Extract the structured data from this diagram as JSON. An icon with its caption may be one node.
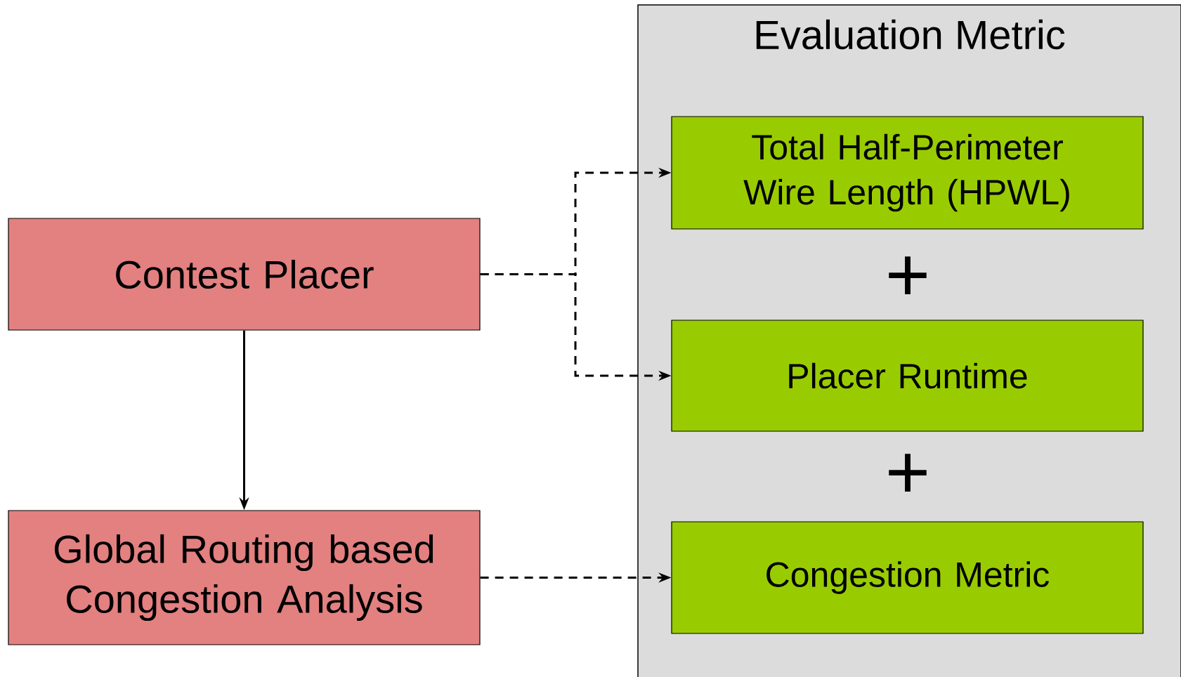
{
  "diagram": {
    "nodes": [
      {
        "text": [
          "Evaluation Metric"
        ]
      },
      {
        "text": [
          "Total Half-Perimeter Wire Length (HPWL)"
        ],
        "in": 0
      },
      {
        "text": [
          "Placer Runtime"
        ],
        "in": 0
      },
      {
        "text": [
          "Congestion Metric"
        ],
        "in": 0
      },
      {
        "text": [
          "Contest Placer"
        ]
      },
      {
        "text": [
          "Global Routing based Congestion Analysis"
        ]
      }
    ],
    "edges": [
      {
        "from": 4,
        "to": 1,
        "arrow": "to",
        "style": "dashed"
      },
      {
        "from": 4,
        "to": 2,
        "arrow": "to",
        "style": "dashed"
      },
      {
        "from": 4,
        "to": 5,
        "arrow": "to"
      },
      {
        "from": 5,
        "to": 3,
        "arrow": "to",
        "style": "dashed"
      }
    ],
    "labels": [
      "+",
      "+"
    ]
  }
}
